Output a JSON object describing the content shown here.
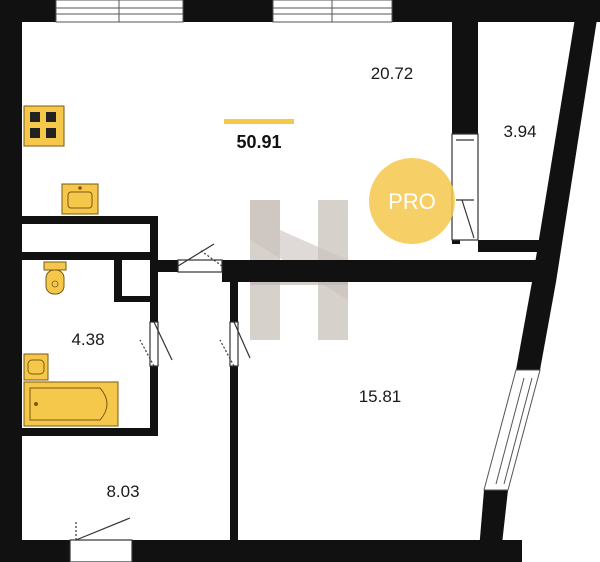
{
  "total_area": {
    "value": "50.91",
    "accent_color": "#f5c84c"
  },
  "rooms": [
    {
      "id": "living-kitchen",
      "area": "20.72"
    },
    {
      "id": "balcony",
      "area": "3.94"
    },
    {
      "id": "bathroom",
      "area": "4.38"
    },
    {
      "id": "bedroom",
      "area": "15.81"
    },
    {
      "id": "hallway",
      "area": "8.03"
    }
  ],
  "badge": {
    "text": "PRO",
    "color": "#f5c84c"
  },
  "colors": {
    "wall": "#111111",
    "fixture_fill": "#f5c84c",
    "fixture_stroke": "#7a5a10",
    "watermark": "#b8aca4"
  }
}
